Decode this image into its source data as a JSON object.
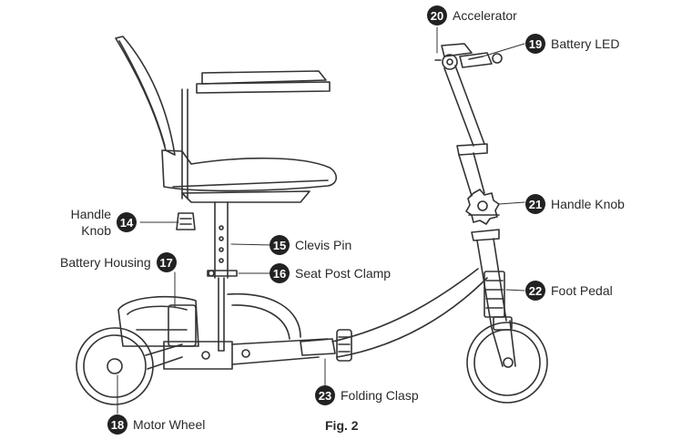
{
  "figure_label": "Fig. 2",
  "callouts": [
    {
      "number": "14",
      "label": "Handle Knob"
    },
    {
      "number": "15",
      "label": "Clevis Pin"
    },
    {
      "number": "16",
      "label": "Seat Post Clamp"
    },
    {
      "number": "17",
      "label": "Battery Housing"
    },
    {
      "number": "18",
      "label": "Motor Wheel"
    },
    {
      "number": "19",
      "label": "Battery LED"
    },
    {
      "number": "20",
      "label": "Accelerator"
    },
    {
      "number": "21",
      "label": "Handle Knob"
    },
    {
      "number": "22",
      "label": "Foot Pedal"
    },
    {
      "number": "23",
      "label": "Folding Clasp"
    }
  ],
  "colors": {
    "line": "#333333",
    "badge": "#222222",
    "text": "#2a2a2a"
  }
}
